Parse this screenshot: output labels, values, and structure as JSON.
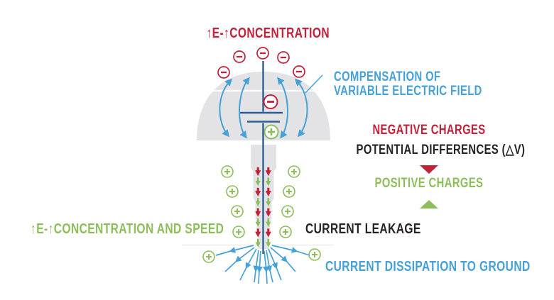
{
  "colors": {
    "red": "#C2213A",
    "green": "#8DBE5B",
    "blue": "#45A1D8",
    "dkblue": "#2D5F94",
    "gray": "#E3E3E5",
    "ink": "#262226",
    "faint": "#ECECEC"
  },
  "labels": {
    "top_title": "↑E-↑CONCENTRATION",
    "compensation_line1": "COMPENSATION OF",
    "compensation_line2": "VARIABLE ELECTRIC FIELD",
    "negative_charges": "NEGATIVE CHARGES",
    "potential_differences": "POTENTIAL DIFFERENCES (△V)",
    "positive_charges": "POSITIVE CHARGES",
    "left_label": "↑E-↑CONCENTRATION AND SPEED",
    "current_leakage": "CURRENT LEAKAGE",
    "current_dissipation": "CURRENT DISSIPATION TO GROUND"
  },
  "icons": {
    "minus_charge": "⊖",
    "plus_charge": "⊕",
    "up_arrow": "↑",
    "negative_marker": "▼",
    "positive_marker": "▲"
  }
}
